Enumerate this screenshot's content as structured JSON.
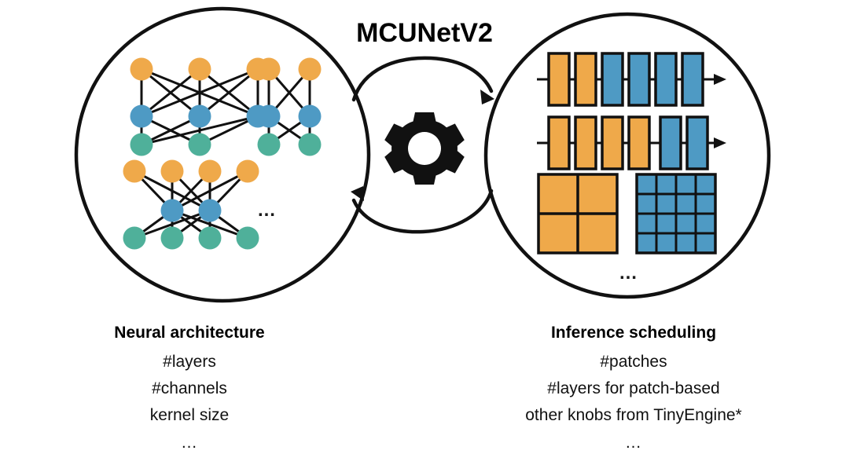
{
  "page": {
    "background": "#ffffff",
    "title": "MCUNetV2"
  },
  "colors": {
    "orange": "#EFA94A",
    "blue": "#4E9AC4",
    "green": "#4FB09A",
    "stroke": "#111111",
    "text": "#000000"
  },
  "cycle": {
    "gear_icon": "gear-icon",
    "top_arrow_direction": "right",
    "bottom_arrow_direction": "left"
  },
  "left_panel": {
    "caption_heading": "Neural architecture",
    "caption_lines": [
      "#layers",
      "#channels",
      "kernel size"
    ],
    "caption_ellipsis": "…",
    "inner_ellipsis": "…",
    "networks": [
      {
        "name": "network-large",
        "layers": [
          {
            "color": "orange",
            "count": 3
          },
          {
            "color": "blue",
            "count": 3
          },
          {
            "color": "green",
            "count": 2
          }
        ]
      },
      {
        "name": "network-small",
        "layers": [
          {
            "color": "orange",
            "count": 2
          },
          {
            "color": "blue",
            "count": 2
          },
          {
            "color": "green",
            "count": 2
          }
        ]
      },
      {
        "name": "network-wide",
        "layers": [
          {
            "color": "orange",
            "count": 4
          },
          {
            "color": "blue",
            "count": 2
          },
          {
            "color": "green",
            "count": 4
          }
        ]
      }
    ]
  },
  "right_panel": {
    "caption_heading": "Inference scheduling",
    "caption_lines": [
      "#patches",
      "#layers for patch-based",
      "other knobs from TinyEngine*"
    ],
    "caption_ellipsis": "…",
    "inner_ellipsis": "…",
    "pipelines": [
      {
        "name": "pipeline-row-1",
        "blocks": [
          "orange",
          "orange",
          "blue",
          "blue",
          "blue",
          "blue"
        ],
        "arrow": "right"
      },
      {
        "name": "pipeline-row-2",
        "blocks": [
          "orange",
          "orange",
          "orange",
          "orange",
          "blue",
          "blue"
        ],
        "arrow": "right"
      }
    ],
    "patch_grids": [
      {
        "name": "patch-grid-coarse",
        "color": "orange",
        "rows": 2,
        "cols": 2
      },
      {
        "name": "patch-grid-fine",
        "color": "blue",
        "rows": 4,
        "cols": 4
      }
    ]
  }
}
